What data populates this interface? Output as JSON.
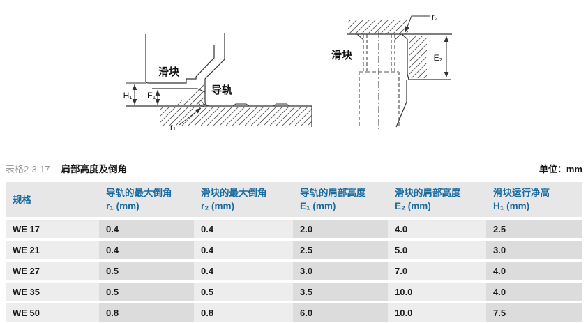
{
  "caption": {
    "table_label": "表格2-3-17",
    "table_title": "肩部高度及倒角",
    "unit_label": "单位：mm"
  },
  "diagrams": {
    "left": {
      "slider": "滑块",
      "rail": "导轨",
      "h1": "H₁",
      "e1": "E₁",
      "r1": "r₁"
    },
    "right": {
      "slider": "滑块",
      "r2": "r₂",
      "e2": "E₂"
    }
  },
  "table": {
    "columns": [
      {
        "title": "规格",
        "sub": ""
      },
      {
        "title": "导轨的最大倒角",
        "sub": "r₁ (mm)"
      },
      {
        "title": "滑块的最大倒角",
        "sub": "r₂ (mm)"
      },
      {
        "title": "导轨的肩部高度",
        "sub": "E₁ (mm)"
      },
      {
        "title": "滑块的肩部高度",
        "sub": "E₂ (mm)"
      },
      {
        "title": "滑块运行净高",
        "sub": "H₁ (mm)"
      }
    ],
    "rows": [
      {
        "spec": "WE 17",
        "values": [
          "0.4",
          "0.4",
          "2.0",
          "4.0",
          "2.5"
        ]
      },
      {
        "spec": "WE 21",
        "values": [
          "0.4",
          "0.4",
          "2.5",
          "5.0",
          "3.0"
        ]
      },
      {
        "spec": "WE 27",
        "values": [
          "0.5",
          "0.4",
          "3.0",
          "7.0",
          "4.0"
        ]
      },
      {
        "spec": "WE 35",
        "values": [
          "0.5",
          "0.5",
          "3.5",
          "10.0",
          "4.0"
        ]
      },
      {
        "spec": "WE 50",
        "values": [
          "0.8",
          "0.8",
          "6.0",
          "10.0",
          "7.5"
        ]
      }
    ]
  },
  "colors": {
    "header_text": "#1a6b9f",
    "header_bg": "#e7e7e7",
    "cell_light": "#ededed",
    "cell_dark": "#dcdcdc",
    "line": "#333333"
  }
}
